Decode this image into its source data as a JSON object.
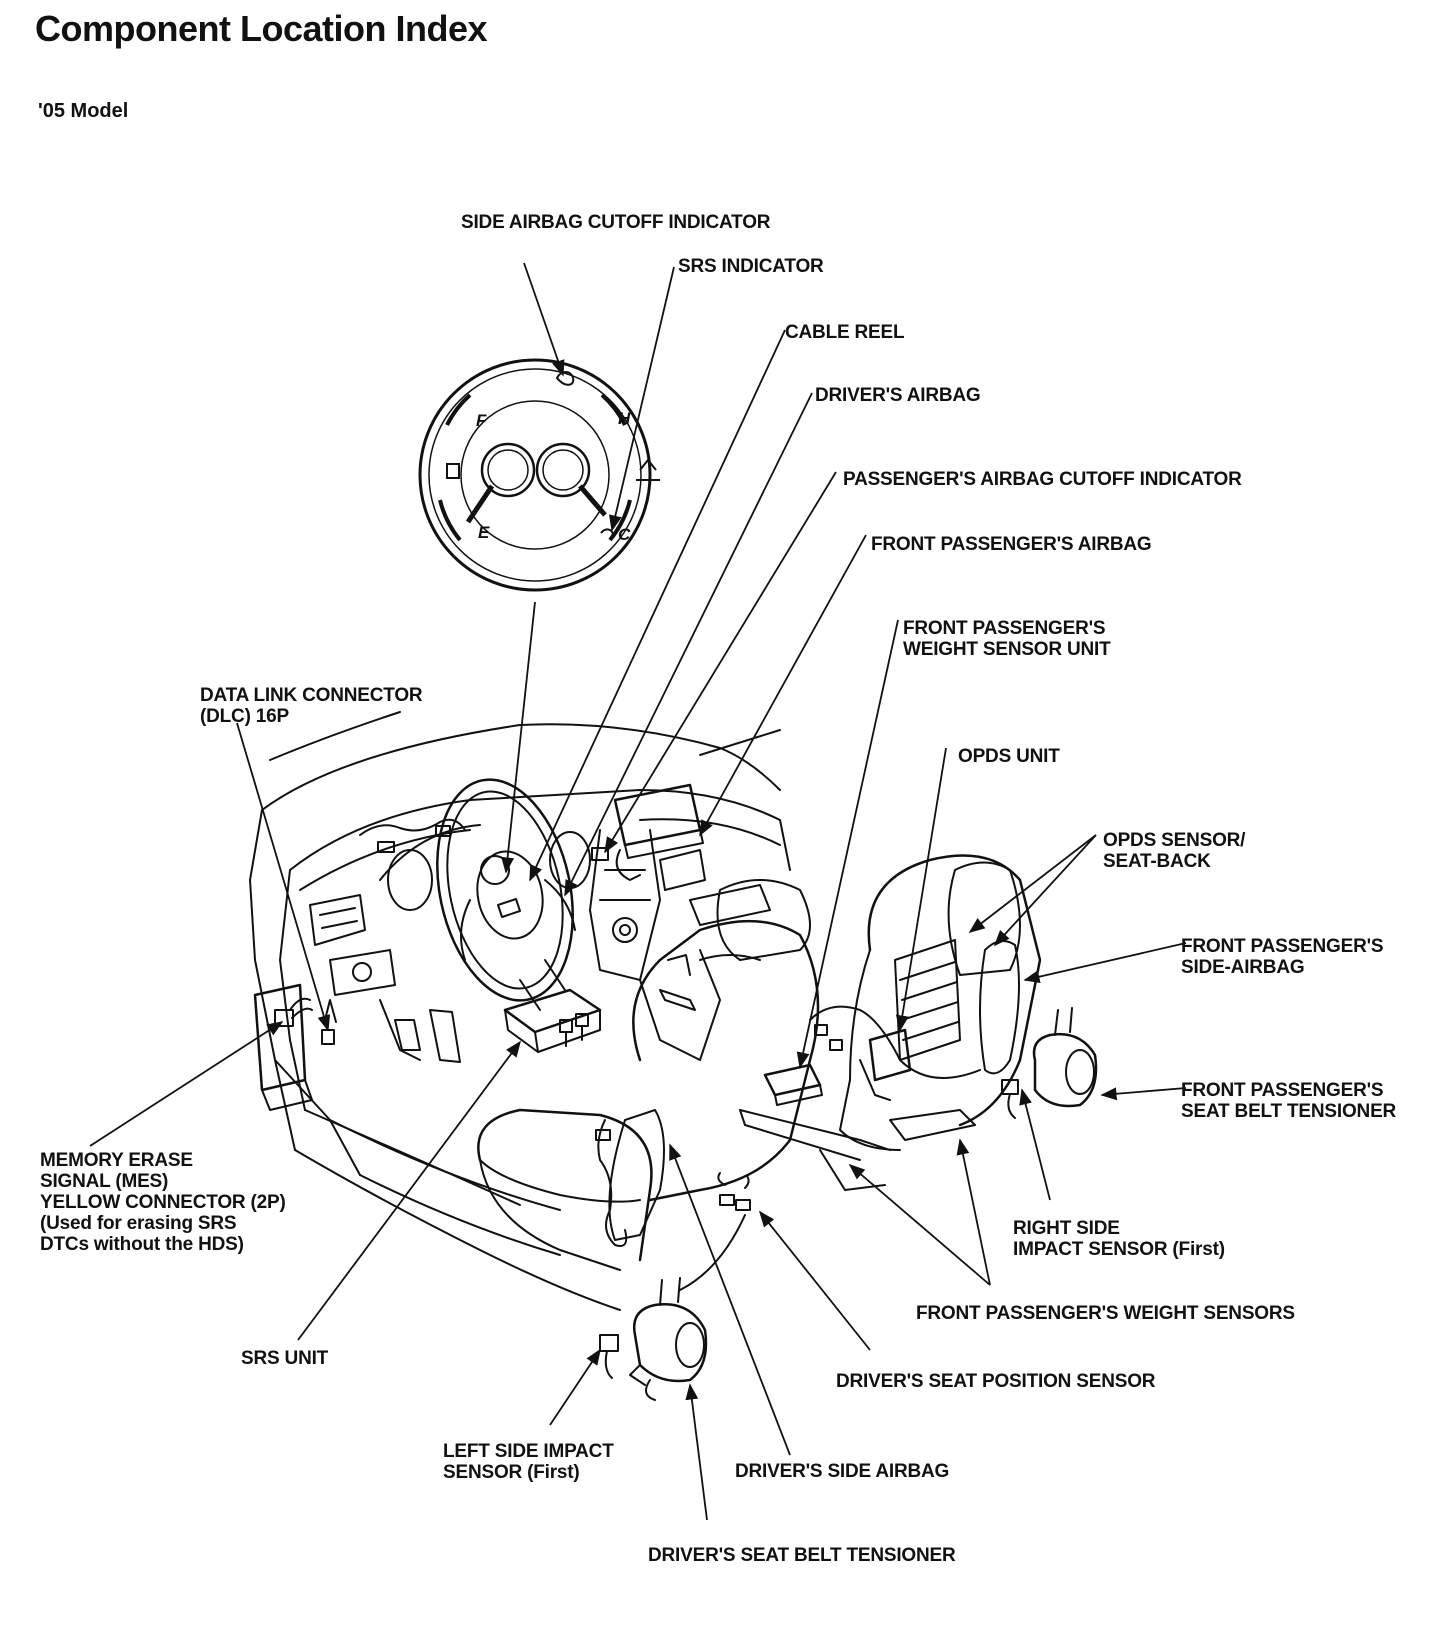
{
  "title": "Component Location Index",
  "model": "'05 Model",
  "gauge": {
    "fuel_full": "F",
    "fuel_empty": "E",
    "temp_hot": "H",
    "temp_cold": "C"
  },
  "labels": {
    "side_airbag_cutoff_indicator": [
      "SIDE AIRBAG CUTOFF INDICATOR"
    ],
    "srs_indicator": [
      "SRS INDICATOR"
    ],
    "cable_reel": [
      "CABLE REEL"
    ],
    "drivers_airbag": [
      "DRIVER'S AIRBAG"
    ],
    "passengers_airbag_cutoff_indicator": [
      "PASSENGER'S AIRBAG CUTOFF INDICATOR"
    ],
    "front_passengers_airbag": [
      "FRONT PASSENGER'S AIRBAG"
    ],
    "front_passengers_weight_sensor_unit": [
      "FRONT PASSENGER'S",
      "WEIGHT SENSOR UNIT"
    ],
    "data_link_connector": [
      "DATA LINK CONNECTOR",
      "(DLC) 16P"
    ],
    "opds_unit": [
      "OPDS UNIT"
    ],
    "opds_sensor_seat_back": [
      "OPDS SENSOR/",
      "SEAT-BACK"
    ],
    "front_passengers_side_airbag": [
      "FRONT PASSENGER'S",
      "SIDE-AIRBAG"
    ],
    "front_passengers_seat_belt_tensioner": [
      "FRONT PASSENGER'S",
      "SEAT BELT TENSIONER"
    ],
    "memory_erase_signal": [
      "MEMORY ERASE",
      "SIGNAL (MES)",
      "YELLOW CONNECTOR (2P)",
      "(Used for erasing SRS",
      "DTCs without the HDS)"
    ],
    "right_side_impact_sensor": [
      "RIGHT SIDE",
      "IMPACT SENSOR (First)"
    ],
    "front_passengers_weight_sensors": [
      "FRONT PASSENGER'S WEIGHT SENSORS"
    ],
    "srs_unit": [
      "SRS UNIT"
    ],
    "drivers_seat_position_sensor": [
      "DRIVER'S SEAT POSITION SENSOR"
    ],
    "left_side_impact_sensor": [
      "LEFT SIDE IMPACT",
      "SENSOR (First)"
    ],
    "drivers_side_airbag": [
      "DRIVER'S SIDE AIRBAG"
    ],
    "drivers_seat_belt_tensioner": [
      "DRIVER'S SEAT BELT TENSIONER"
    ]
  }
}
